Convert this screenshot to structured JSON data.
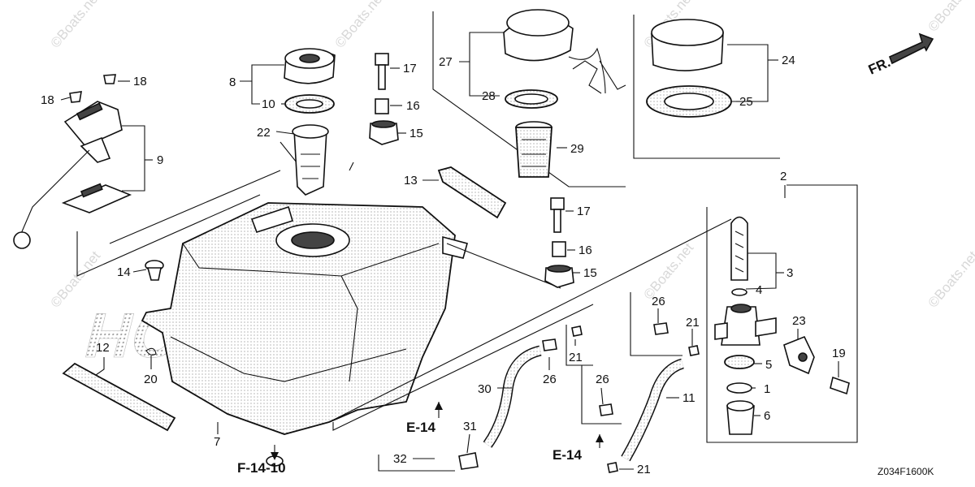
{
  "diagram": {
    "watermark": "©Boats.net",
    "brand_watermark": "HONDA",
    "diagram_code": "Z034F1600K",
    "direction_label": "FR.",
    "references": {
      "tank_ref": "F-14-10",
      "hose_ref_left": "E-14",
      "hose_ref_right": "E-14"
    },
    "callouts": {
      "c1": "1",
      "c2": "2",
      "c3": "3",
      "c4": "4",
      "c5": "5",
      "c6": "6",
      "c7": "7",
      "c8": "8",
      "c9": "9",
      "c10": "10",
      "c11": "11",
      "c12": "12",
      "c13": "13",
      "c14": "14",
      "c15a": "15",
      "c15b": "15",
      "c16a": "16",
      "c16b": "16",
      "c17a": "17",
      "c17b": "17",
      "c18a": "18",
      "c18b": "18",
      "c19": "19",
      "c20": "20",
      "c21a": "21",
      "c21b": "21",
      "c21c": "21",
      "c22": "22",
      "c23": "23",
      "c24": "24",
      "c25": "25",
      "c26a": "26",
      "c26b": "26",
      "c26c": "26",
      "c27": "27",
      "c28": "28",
      "c29": "29",
      "c30": "30",
      "c31": "31",
      "c32": "32"
    }
  }
}
